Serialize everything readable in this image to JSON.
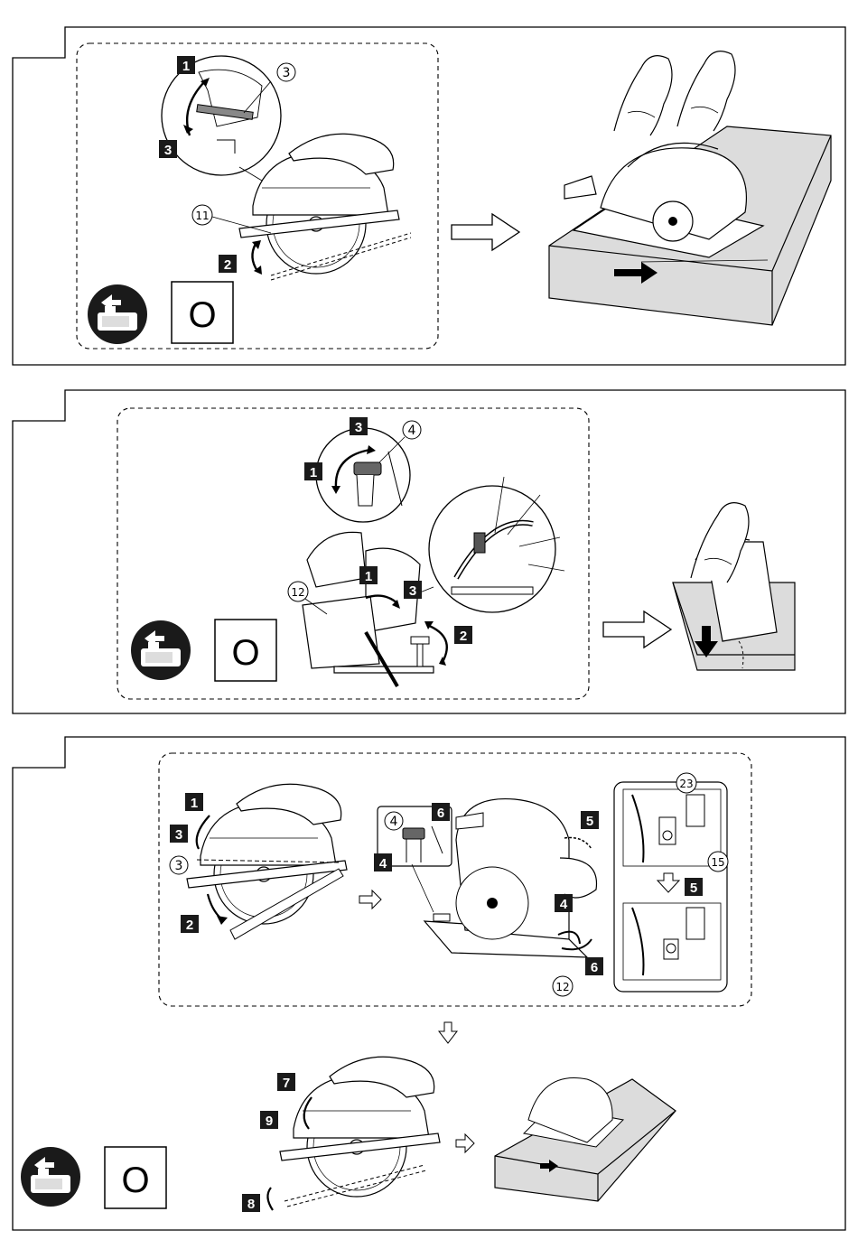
{
  "panels": [
    {
      "id": "panel-1",
      "step_markers": [
        "1",
        "3",
        "2"
      ],
      "callouts": [
        "3",
        "11"
      ],
      "symbol": "O",
      "battery_icon": "battery-remove-icon",
      "arrow_icon": "hollow-arrow-right-icon"
    },
    {
      "id": "panel-2",
      "step_markers": [
        "3",
        "1",
        "1",
        "3",
        "2"
      ],
      "callouts": [
        "4",
        "12"
      ],
      "symbol": "O",
      "battery_icon": "battery-remove-icon",
      "arrow_icon": "hollow-arrow-right-icon"
    },
    {
      "id": "panel-3",
      "step_markers": [
        "1",
        "3",
        "2",
        "6",
        "4",
        "5",
        "4",
        "6",
        "5",
        "7",
        "9",
        "8"
      ],
      "callouts": [
        "3",
        "4",
        "23",
        "15",
        "12"
      ],
      "symbol": "O",
      "battery_icon": "battery-remove-icon",
      "arrow_icon": "hollow-arrow-right-icon"
    }
  ],
  "colors": {
    "line": "#000000",
    "marker_bg": "#1a1a1a",
    "marker_fg": "#ffffff",
    "paper": "#ffffff",
    "board": "#dcdcdc"
  }
}
